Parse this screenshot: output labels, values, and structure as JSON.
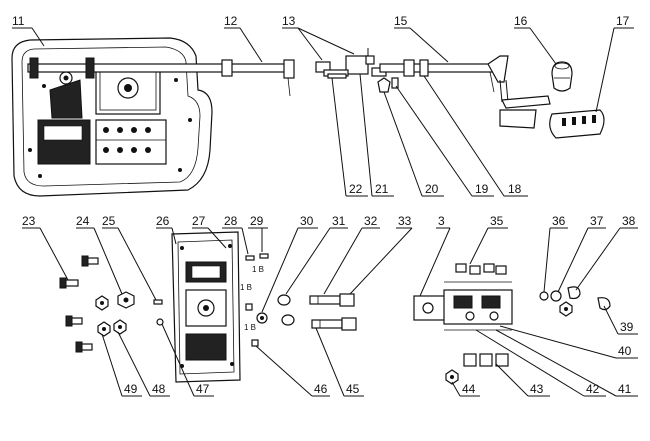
{
  "diagram": {
    "labels": {
      "l11": "11",
      "l12": "12",
      "l13": "13",
      "l15": "15",
      "l16": "16",
      "l17": "17",
      "l22": "22",
      "l21": "21",
      "l20": "20",
      "l19": "19",
      "l18": "18",
      "l23": "23",
      "l24": "24",
      "l25": "25",
      "l26": "26",
      "l27": "27",
      "l28": "28",
      "l29": "29",
      "l30": "30",
      "l31": "31",
      "l32": "32",
      "l33": "33",
      "l3": "3",
      "l35": "35",
      "l36": "36",
      "l37": "37",
      "l38": "38",
      "l39": "39",
      "l40": "40",
      "l41": "41",
      "l42": "42",
      "l43": "43",
      "l44": "44",
      "l45": "45",
      "l46": "46",
      "l47": "47",
      "l48": "48",
      "l49": "49"
    },
    "inline_marks": {
      "m1": "1 B",
      "m2": "1 B",
      "m3": "1 B"
    }
  }
}
